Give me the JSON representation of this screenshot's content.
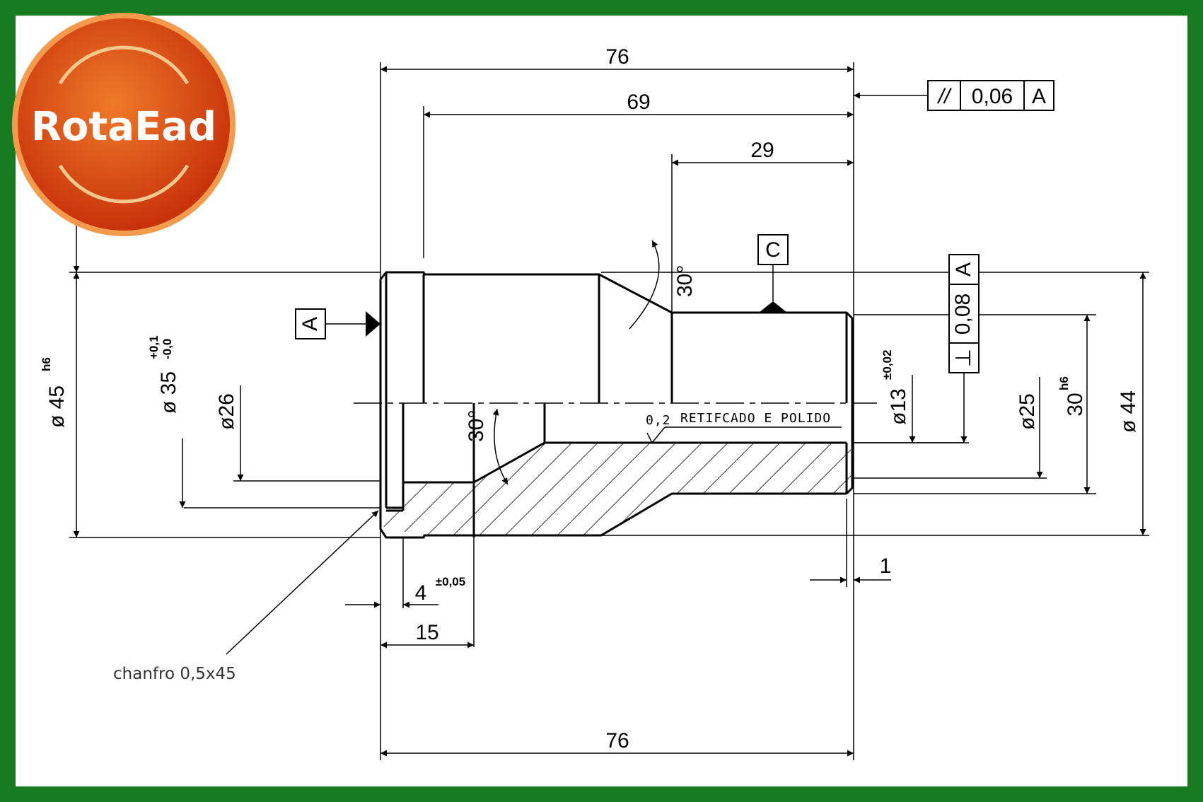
{
  "brand": {
    "name": "RotaEad",
    "ring_color": "#e8561c",
    "frame_color": "#167a1f"
  },
  "dims": {
    "top_76": "76",
    "d69": "69",
    "d29": "29",
    "bottom_76": "76",
    "d15": "15",
    "d1": "1",
    "d4": "4",
    "d4_tol": "±0,05",
    "angle_30_top": "30°",
    "angle_30_inner": "30°",
    "dia45": "ø 45",
    "dia45_tol": "h6",
    "dia35": "ø 35",
    "dia35_tol_up": "+0,1",
    "dia35_tol_low": "-0,0",
    "dia26": "ø26",
    "dia13": "ø13",
    "dia13_tol": "±0,02",
    "dia25": "ø25",
    "dia30": "30",
    "dia30_tol": "h6",
    "dia44": "ø 44"
  },
  "gdt": {
    "parallel_symbol": "//",
    "parallel_value": "0,06",
    "parallel_datum": "A",
    "perp_symbol": "⊥",
    "perp_value": "0,08",
    "perp_datum": "A"
  },
  "datums": {
    "a": "A",
    "c": "C"
  },
  "surface": {
    "roughness": "0,2",
    "note": "RETIFCADO E POLIDO"
  },
  "chamfer_note": "chanfro 0,5x45"
}
